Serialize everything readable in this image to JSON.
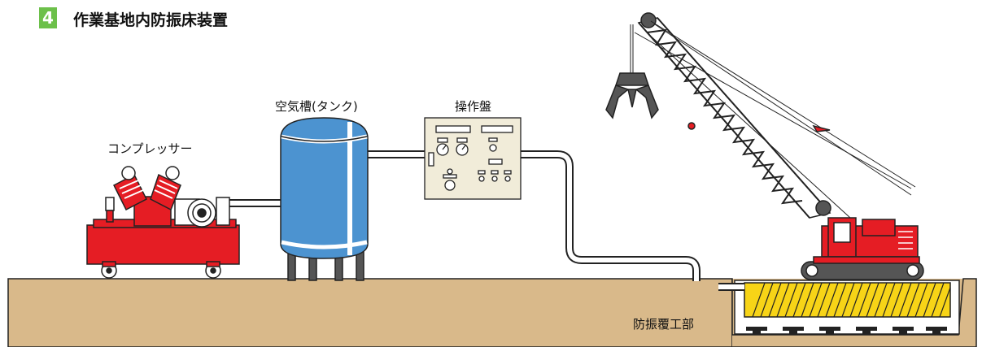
{
  "section_number": "4",
  "title": "作業基地内防振床装置",
  "labels": {
    "compressor": "コンプレッサー",
    "tank": "空気槽(タンク)",
    "control_panel": "操作盤",
    "vibration_isolation": "防振覆工部"
  },
  "colors": {
    "ground": "#d9b98a",
    "badge": "#6cc04a",
    "compressor": "#e51d24",
    "tank": "#4c93d0",
    "panel": "#f1ecd9",
    "crane_red": "#e51d24",
    "isolation_floor": "#f7d417"
  }
}
